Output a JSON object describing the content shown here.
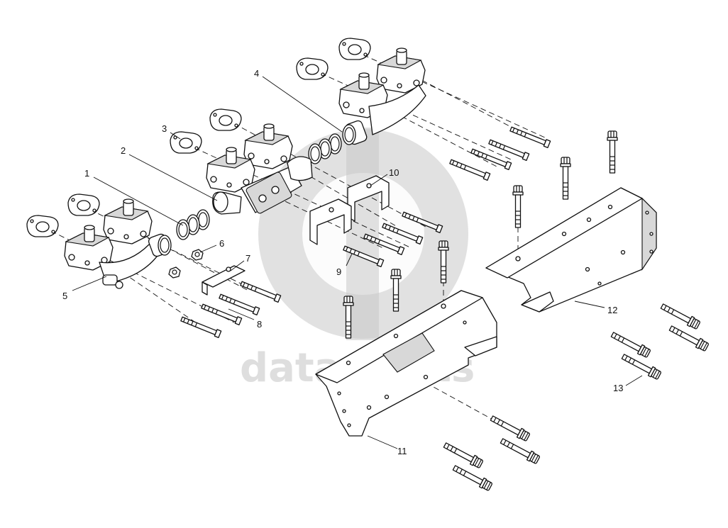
{
  "watermark": {
    "text": "data-parts",
    "color": "#c9c9c9"
  },
  "callouts": [
    {
      "id": "1",
      "text": "1"
    },
    {
      "id": "2",
      "text": "2"
    },
    {
      "id": "3",
      "text": "3"
    },
    {
      "id": "4",
      "text": "4"
    },
    {
      "id": "5",
      "text": "5"
    },
    {
      "id": "6",
      "text": "6"
    },
    {
      "id": "7",
      "text": "7"
    },
    {
      "id": "8",
      "text": "8"
    },
    {
      "id": "9",
      "text": "9"
    },
    {
      "id": "10",
      "text": "10"
    },
    {
      "id": "11",
      "text": "11"
    },
    {
      "id": "12",
      "text": "12"
    },
    {
      "id": "13",
      "text": "13"
    }
  ]
}
